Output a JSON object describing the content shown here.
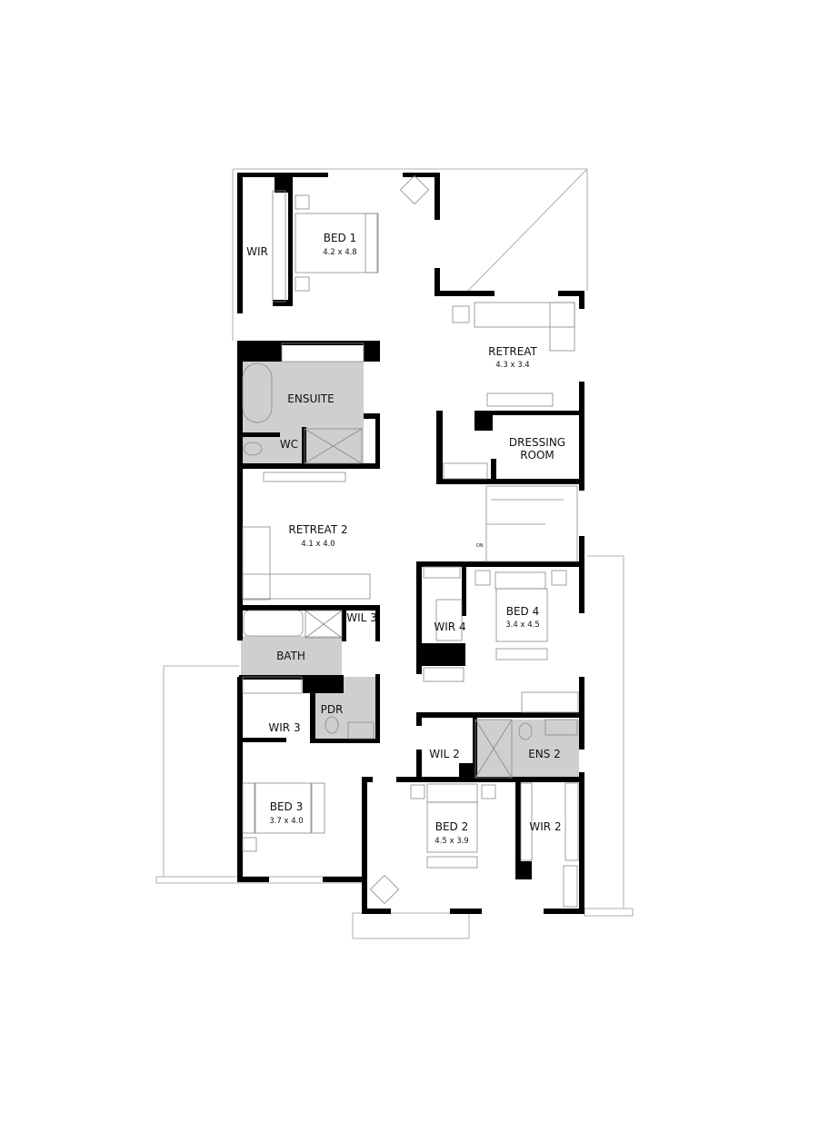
{
  "colors": {
    "wall": "#000000",
    "wet_area": "#cfcfcf",
    "background": "#ffffff"
  },
  "rooms": {
    "wir": {
      "name": "WIR"
    },
    "bed1": {
      "name": "BED 1",
      "size": "4.2 x 4.8"
    },
    "retreat": {
      "name": "RETREAT",
      "size": "4.3 x 3.4"
    },
    "ensuite": {
      "name": "ENSUITE"
    },
    "wc": {
      "name": "WC"
    },
    "dressing": {
      "name_line1": "DRESSING",
      "name_line2": "ROOM"
    },
    "retreat2": {
      "name": "RETREAT 2",
      "size": "4.1 x 4.0"
    },
    "stairs": {
      "label": "DN"
    },
    "bath": {
      "name": "BATH"
    },
    "wil3": {
      "name": "WIL 3"
    },
    "wir4": {
      "name": "WIR 4"
    },
    "bed4": {
      "name": "BED 4",
      "size": "3.4 x 4.5"
    },
    "pdr": {
      "name": "PDR"
    },
    "wir3": {
      "name": "WIR 3"
    },
    "wil2": {
      "name": "WIL 2"
    },
    "ens2": {
      "name": "ENS 2"
    },
    "bed3": {
      "name": "BED 3",
      "size": "3.7 x 4.0"
    },
    "bed2": {
      "name": "BED 2",
      "size": "4.5 x 3.9"
    },
    "wir2": {
      "name": "WIR 2"
    }
  }
}
